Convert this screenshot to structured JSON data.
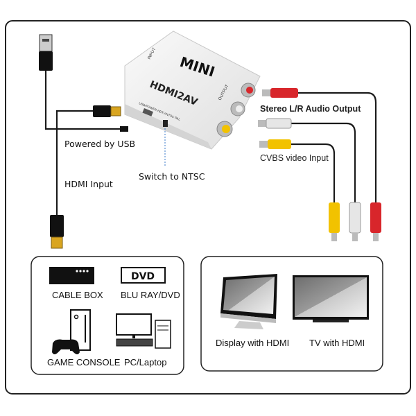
{
  "device": {
    "brand_text": "MINI",
    "model_text": "HDMI2AV",
    "output_port_label": "OUTPUT",
    "input_port_label": "INPUT",
    "side_labels": "USB/POWER  HDTV/NTSC  PAL"
  },
  "labels": {
    "usb_power": "Powered by USB",
    "hdmi_input": "HDMI Input",
    "switch": "Switch to NTSC",
    "audio_output": "Stereo L/R Audio Output",
    "video_input": "CVBS video Input"
  },
  "sources": {
    "items": [
      {
        "label": "CABLE BOX",
        "icon": "cable-box-icon"
      },
      {
        "label": "BLU RAY/DVD",
        "icon": "dvd-player-icon",
        "icon_text": "DVD"
      },
      {
        "label": "GAME CONSOLE",
        "icon": "game-console-icon"
      },
      {
        "label": "PC/Laptop",
        "icon": "desktop-pc-icon"
      }
    ]
  },
  "displays": {
    "items": [
      {
        "label": "Display with HDMI",
        "icon": "monitor-icon"
      },
      {
        "label": "TV with HDMI",
        "icon": "tv-icon"
      }
    ]
  },
  "colors": {
    "red_plug": "#d8262b",
    "white_plug": "#e6e6e6",
    "yellow_plug": "#f2c200",
    "hdmi_gold": "#d9a520",
    "cable": "#1a1a1a"
  }
}
